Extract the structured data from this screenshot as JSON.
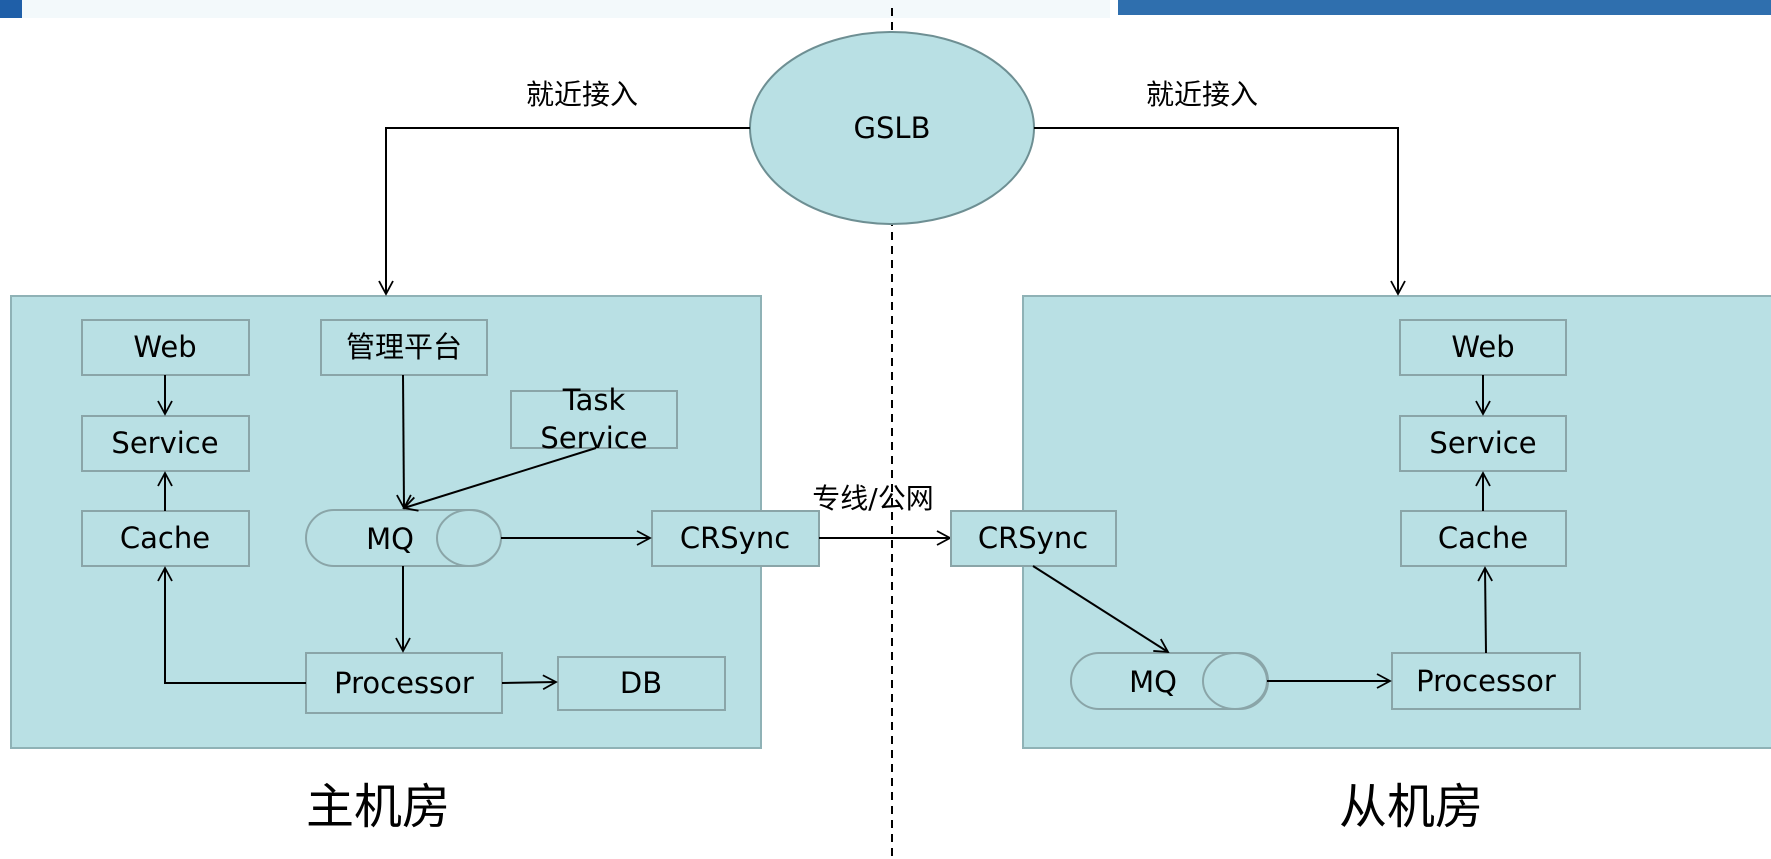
{
  "gslb": {
    "label": "GSLB"
  },
  "connectors": {
    "left_access": "就近接入",
    "right_access": "就近接入",
    "link": "专线/公网"
  },
  "primary_room": {
    "title": "主机房",
    "nodes": {
      "web": "Web",
      "service": "Service",
      "cache": "Cache",
      "admin": "管理平台",
      "task_service_line1": "Task",
      "task_service_line2": "Service",
      "mq": "MQ",
      "crsync": "CRSync",
      "processor": "Processor",
      "db": "DB"
    }
  },
  "secondary_room": {
    "title": "从机房",
    "nodes": {
      "web": "Web",
      "service": "Service",
      "cache": "Cache",
      "crsync": "CRSync",
      "mq": "MQ",
      "processor": "Processor"
    }
  },
  "colors": {
    "room_fill": "#b9e0e4",
    "room_stroke": "#8fb2b6",
    "box_stroke": "#8aa5a8",
    "ellipse_fill": "#b9e0e4",
    "ellipse_stroke": "#6e8f93",
    "line": "#000000"
  }
}
